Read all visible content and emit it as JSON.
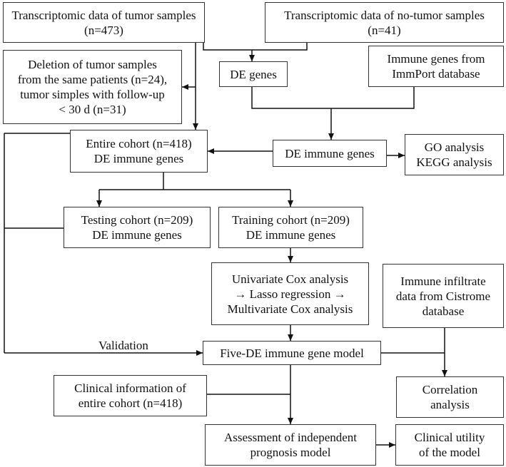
{
  "nodes": {
    "tumor_data": [
      "Transcriptomic data of tumor samples",
      "(n=473)"
    ],
    "notumor_data": [
      "Transcriptomic data of no-tumor samples",
      "(n=41)"
    ],
    "deletion": [
      "Deletion of tumor samples",
      "from the same patients (n=24),",
      "tumor simples with follow-up",
      "< 30 d (n=31)"
    ],
    "de_genes": [
      "DE genes"
    ],
    "immune_genes": [
      "Immune genes from",
      "ImmPort database"
    ],
    "entire_cohort": [
      "Entire cohort (n=418)",
      "DE immune genes"
    ],
    "de_immune_genes": [
      "DE immune genes"
    ],
    "go_kegg": [
      "GO analysis",
      "KEGG analysis"
    ],
    "testing_cohort": [
      "Testing cohort (n=209)",
      "DE immune genes"
    ],
    "training_cohort": [
      "Training cohort (n=209)",
      "DE immune genes"
    ],
    "cox_analysis": [
      "Univariate Cox analysis",
      "→ Lasso regression →",
      "Multivariate Cox analysis"
    ],
    "immune_infiltrate": [
      "Immune infiltrate",
      "data from Cistrome",
      "database"
    ],
    "five_gene_model": [
      "Five-DE immune gene model"
    ],
    "clinical_info": [
      "Clinical information of",
      "entire cohort (n=418)"
    ],
    "correlation": [
      "Correlation",
      "analysis"
    ],
    "assessment": [
      "Assessment of independent",
      "prognosis model"
    ],
    "clinical_utility": [
      "Clinical utility",
      "of the model"
    ]
  },
  "labels": {
    "validation": "Validation"
  }
}
